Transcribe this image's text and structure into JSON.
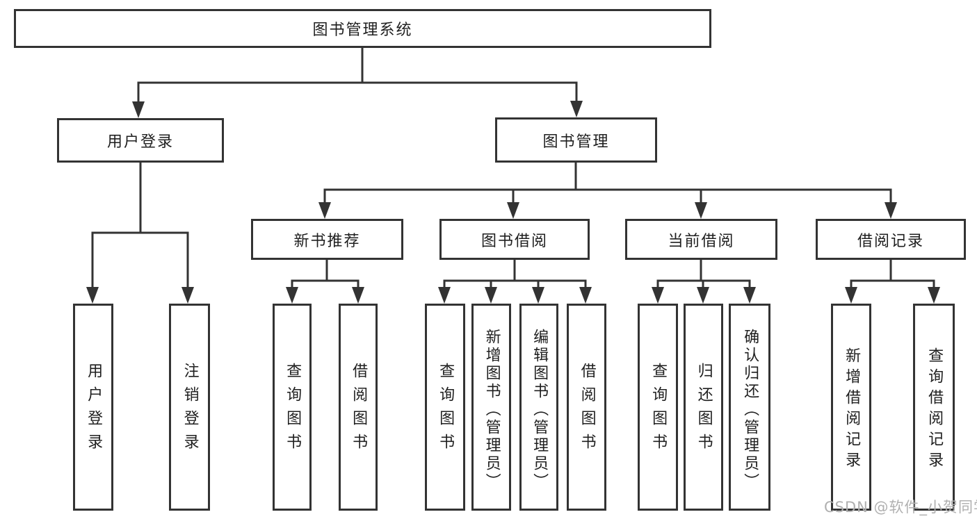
{
  "diagram": {
    "title_node": {
      "label": "图书管理系统"
    },
    "level2": [
      {
        "label": "用户登录"
      },
      {
        "label": "图书管理"
      }
    ],
    "level3": [
      {
        "label": "新书推荐"
      },
      {
        "label": "图书借阅"
      },
      {
        "label": "当前借阅"
      },
      {
        "label": "借阅记录"
      }
    ],
    "leaves": [
      {
        "label": "用户登录"
      },
      {
        "label": "注销登录"
      },
      {
        "label": "查询图书"
      },
      {
        "label": "借阅图书"
      },
      {
        "label": "查询图书"
      },
      {
        "label": "新增图书（管理员）"
      },
      {
        "label": "编辑图书（管理员）"
      },
      {
        "label": "借阅图书"
      },
      {
        "label": "查询图书"
      },
      {
        "label": "归还图书"
      },
      {
        "label": "确认归还（管理员）"
      },
      {
        "label": "新增借阅记录"
      },
      {
        "label": "查询借阅记录"
      }
    ]
  },
  "watermark": {
    "text": "CSDN @软件_小贺同学"
  },
  "colors": {
    "line": "#333333",
    "text": "#1f1f1f",
    "watermark": "#b0b0b0",
    "background": "#ffffff"
  }
}
